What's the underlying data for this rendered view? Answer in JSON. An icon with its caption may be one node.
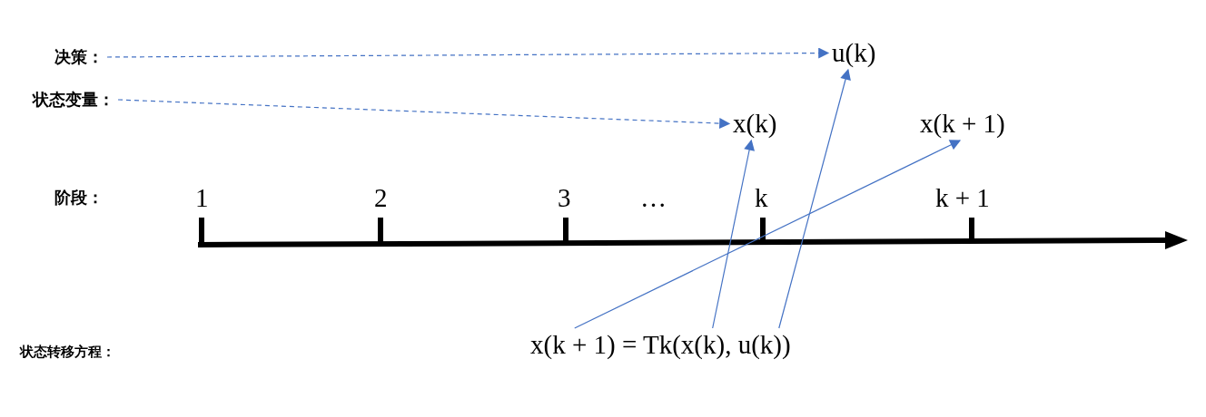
{
  "diagram": {
    "nodes": [
      {
        "text": [
          "决策："
        ]
      },
      {
        "text": [
          "u(k)"
        ]
      },
      {
        "text": [
          "状态变量："
        ]
      },
      {
        "text": [
          "x(k)"
        ]
      },
      {
        "text": [
          "x(k + 1)"
        ]
      },
      {
        "text": [
          "x(k + 1) = Tk(x(k), u(k))"
        ]
      }
    ],
    "edges": [
      {
        "from": 0,
        "to": 1,
        "arrow": "to",
        "style": "dashed"
      },
      {
        "from": 2,
        "to": 3,
        "arrow": "to",
        "style": "dashed"
      },
      {
        "from": 5,
        "to": 3,
        "arrow": "to"
      },
      {
        "from": 5,
        "to": 1,
        "arrow": "to"
      },
      {
        "from": 5,
        "to": 4,
        "arrow": "to"
      }
    ],
    "labels": [
      "阶段：",
      "1",
      "2",
      "3",
      "…",
      "k",
      "k + 1",
      "状态转移方程："
    ]
  }
}
